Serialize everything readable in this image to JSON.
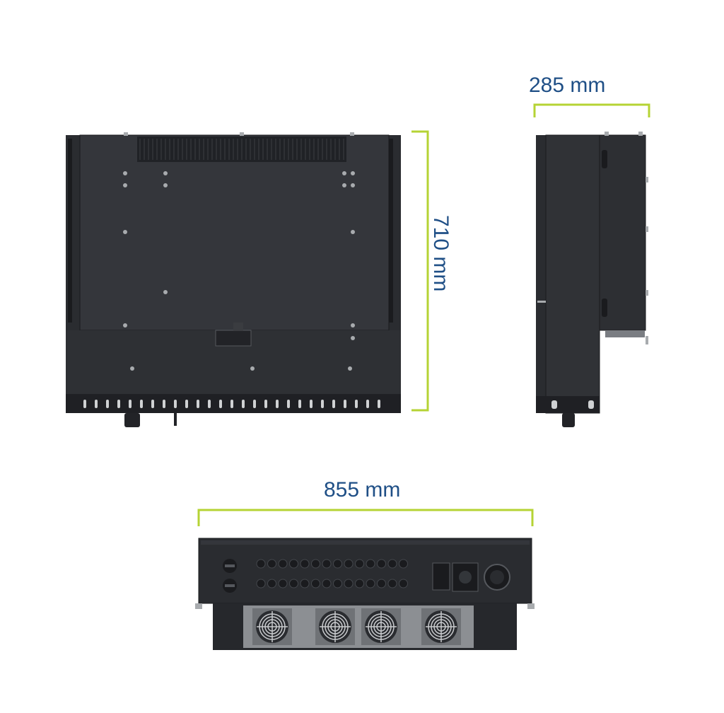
{
  "colors": {
    "dimension_text": "#1f4f86",
    "dimension_line": "#b5d334",
    "device_body": "#2a2c30",
    "device_dark": "#1a1b1e",
    "device_detail": "#4a4d52",
    "hardware": "#a8abae",
    "background": "#ffffff"
  },
  "dimensions": {
    "depth": "285 mm",
    "height": "710 mm",
    "width": "855 mm"
  },
  "views": [
    {
      "id": "rear-view",
      "icon": "inverter-rear-view"
    },
    {
      "id": "side-view",
      "icon": "inverter-side-view"
    },
    {
      "id": "bottom-view",
      "icon": "inverter-bottom-view",
      "fan_count": 4
    }
  ]
}
